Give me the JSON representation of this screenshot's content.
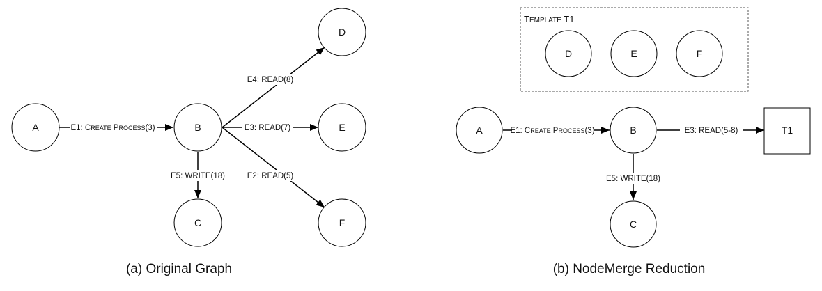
{
  "graph_a": {
    "caption": "(a) Original Graph",
    "nodes": {
      "A": "A",
      "B": "B",
      "C": "C",
      "D": "D",
      "E": "E",
      "F": "F"
    },
    "edges": {
      "e1": {
        "prefix": "E1: ",
        "c1": "C",
        "s1": "REATE",
        "c2": " P",
        "s2": "ROCESS",
        "suffix": "(3)"
      },
      "e2": "E2: READ(5)",
      "e3": "E3: READ(7)",
      "e4": "E4: READ(8)",
      "e5": "E5: WRITE(18)"
    }
  },
  "graph_b": {
    "caption": "(b) NodeMerge Reduction",
    "template": {
      "title_cap": "T",
      "title_rest": "EMPLATE",
      "title_id": " T1"
    },
    "nodes": {
      "A": "A",
      "B": "B",
      "C": "C",
      "D": "D",
      "E": "E",
      "F": "F",
      "T1": "T1"
    },
    "edges": {
      "e1": {
        "prefix": "E1: ",
        "c1": "C",
        "s1": "REATE",
        "c2": " P",
        "s2": "ROCESS",
        "suffix": "(3)"
      },
      "e3": "E3: READ(5-8)",
      "e5": "E5: WRITE(18)"
    }
  }
}
